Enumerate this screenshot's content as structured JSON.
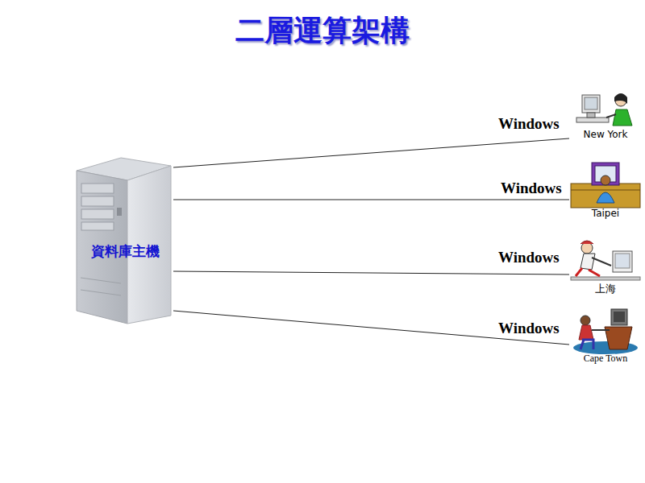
{
  "diagram": {
    "title": "二層運算架構",
    "nodes": [
      {
        "text": [
          "資料庫主機"
        ]
      },
      {
        "text": [
          "New York"
        ]
      },
      {
        "text": [
          "Taipei"
        ]
      },
      {
        "text": [
          "上海"
        ]
      },
      {
        "text": [
          "Cape Town"
        ]
      }
    ],
    "edges": [
      {
        "from": 0,
        "to": 1,
        "arrow": "none"
      },
      {
        "from": 0,
        "to": 2,
        "arrow": "none"
      },
      {
        "from": 0,
        "to": 3,
        "arrow": "none"
      },
      {
        "from": 0,
        "to": 4,
        "arrow": "none"
      }
    ],
    "labels": [
      "Windows",
      "Windows",
      "Windows",
      "Windows"
    ]
  }
}
